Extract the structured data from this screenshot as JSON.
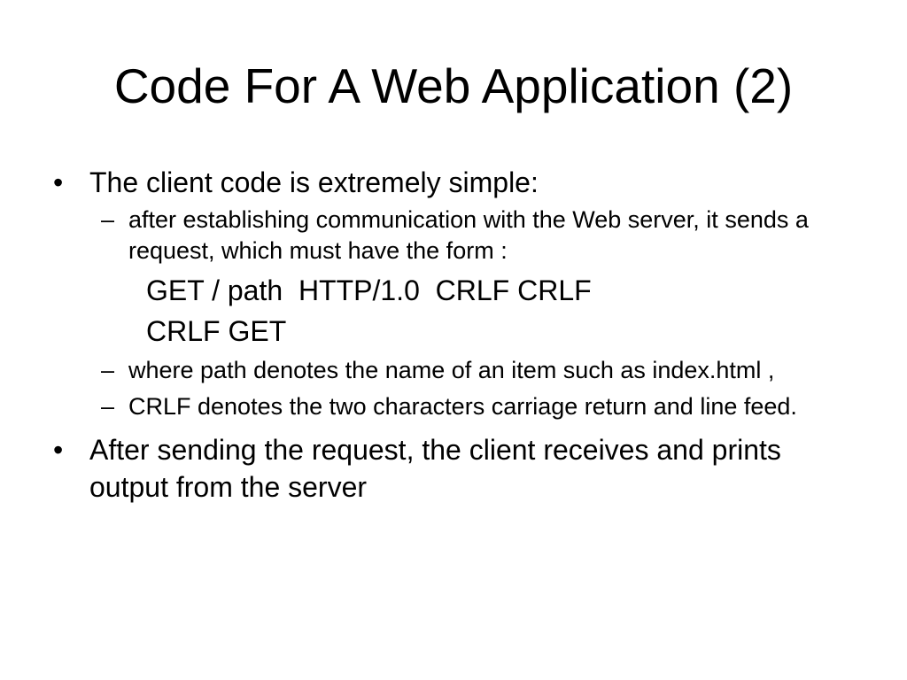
{
  "slide": {
    "title": "Code For A Web Application (2)",
    "bullet_marker": "•",
    "dash_marker": "–",
    "bullets": [
      {
        "text": "The client code is extremely simple:",
        "sub": [
          "after establishing communication with the Web server, it sends a request, which must have the form :"
        ],
        "code": [
          "GET / path  HTTP/1.0  CRLF CRLF",
          "CRLF GET"
        ],
        "sub_after": [
          "where  path  denotes the name of an item such as index.html ,",
          "CRLF  denotes the two characters carriage return and line feed."
        ]
      },
      {
        "text": "After sending the request, the client receives and prints output from the server"
      }
    ]
  }
}
